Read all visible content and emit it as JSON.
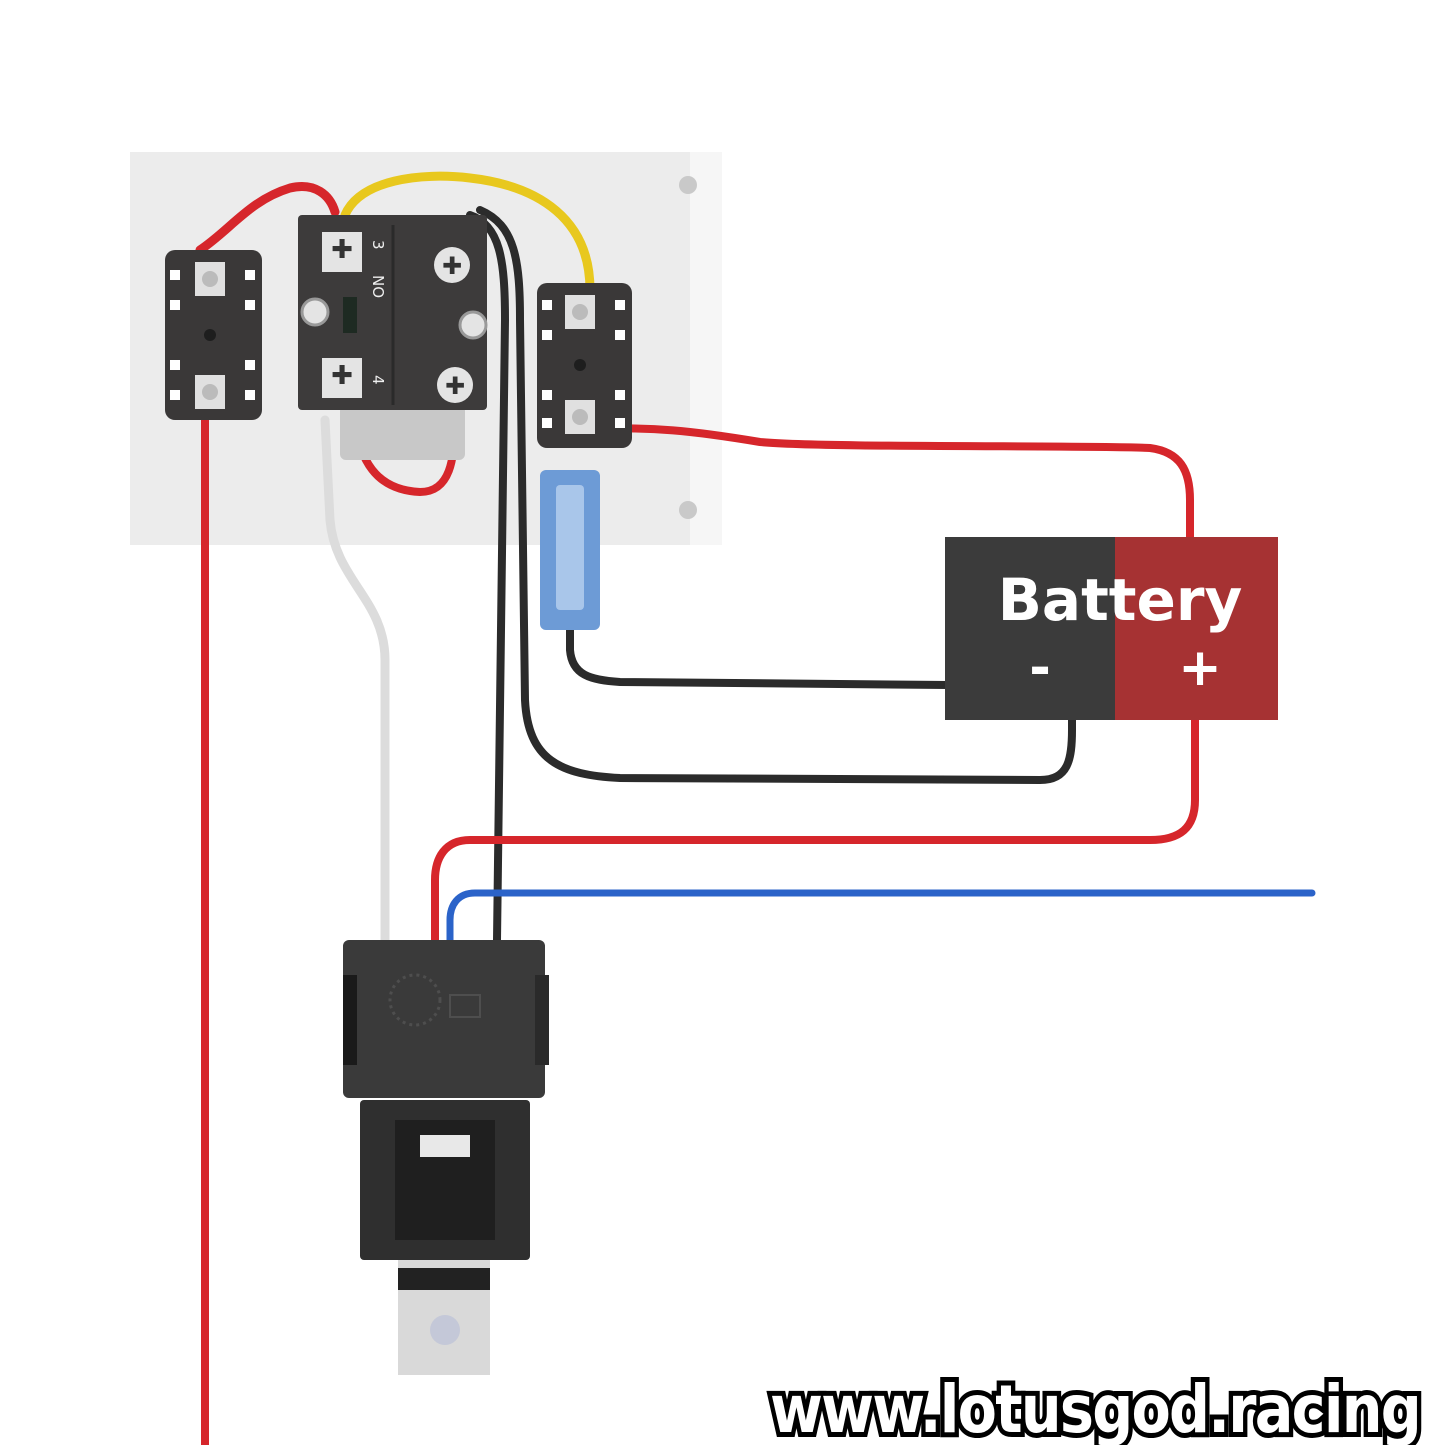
{
  "diagram": {
    "switch_labels": {
      "terminal_top": "3",
      "contact_type": "NO",
      "terminal_bottom": "4"
    },
    "battery": {
      "label": "Battery",
      "negative": "-",
      "positive": "+"
    },
    "watermark": "www.lotusgod.racing",
    "colors": {
      "red_wire": "#d6262b",
      "black_wire": "#2b2b2b",
      "yellow_wire": "#e8c81e",
      "white_wire": "#dcdcdc",
      "blue_wire": "#2b63c9",
      "battery_negative": "#3b3b3b",
      "battery_positive": "#a63233",
      "panel": "#ececec"
    }
  }
}
